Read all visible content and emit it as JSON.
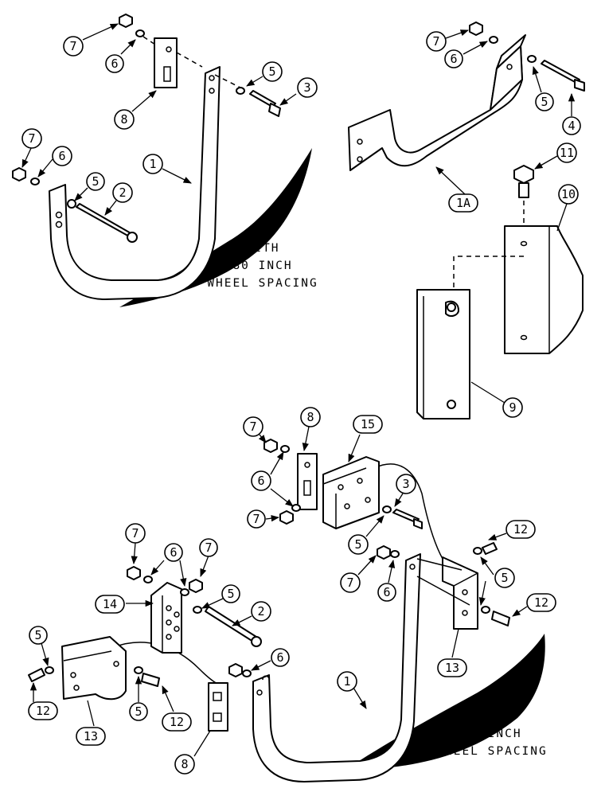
{
  "captions": {
    "top": [
      "WITH",
      "80 INCH",
      "WHEEL SPACING"
    ],
    "bottom": [
      "WITH",
      "90 INCH",
      "WHEEL SPACING"
    ]
  },
  "callouts": {
    "top_left": [
      "7",
      "6",
      "8",
      "5",
      "3",
      "7",
      "6",
      "5",
      "1",
      "2"
    ],
    "top_right": [
      "7",
      "6",
      "5",
      "4",
      "1A",
      "11",
      "10",
      "9"
    ],
    "bottom": [
      "7",
      "8",
      "15",
      "6",
      "7",
      "3",
      "5",
      "12",
      "7",
      "6",
      "7",
      "14",
      "6",
      "5",
      "2",
      "7",
      "6",
      "5",
      "12",
      "5",
      "12",
      "13",
      "5",
      "12",
      "8",
      "1",
      "13"
    ]
  }
}
